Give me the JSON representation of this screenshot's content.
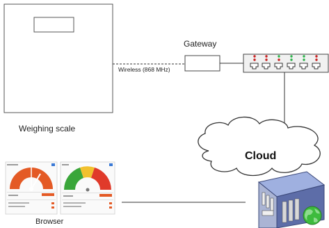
{
  "labels": {
    "scale": "Weighing scale",
    "gateway": "Gateway",
    "wireless": "Wireless (868 MHz)",
    "cloud": "Cloud",
    "browser": "Browser"
  },
  "colors": {
    "gauge_orange": "#e45a25",
    "gauge_green": "#3aa63a",
    "gauge_yellow": "#f2c12e",
    "server_blue": "#6f7fb8",
    "globe_green": "#3dbb3d",
    "led_red": "#c81e1e",
    "led_green": "#2bb24a"
  }
}
